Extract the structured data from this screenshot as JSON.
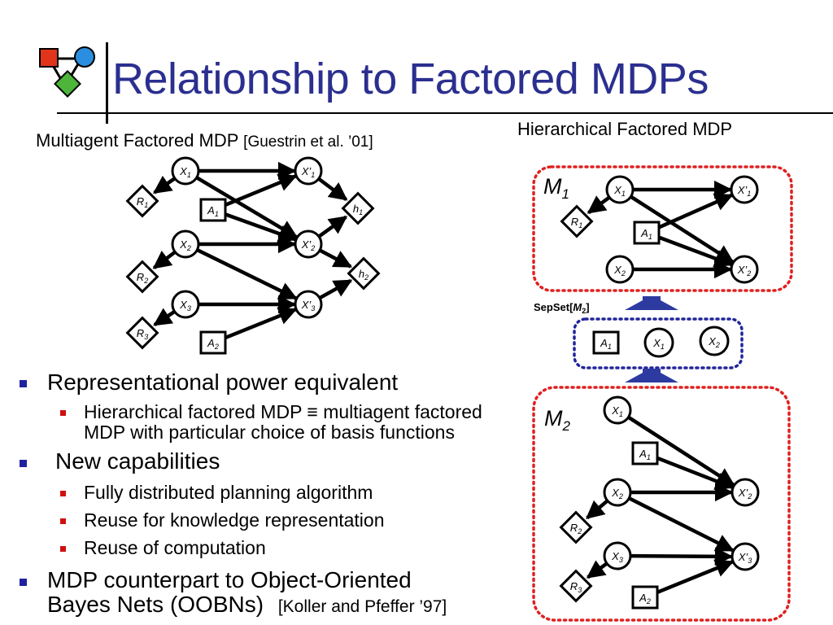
{
  "title": "Relationship to Factored MDPs",
  "left_caption": {
    "text": "Multiagent Factored MDP",
    "cite": "[Guestrin et al. ’01]"
  },
  "right_caption": "Hierarchical Factored MDP",
  "sepset_label": {
    "prefix": "SepSet[",
    "var": "M",
    "sub": "2",
    "suffix": "]"
  },
  "module_labels": [
    {
      "var": "M",
      "sub": "1"
    },
    {
      "var": "M",
      "sub": "2"
    }
  ],
  "left_graph": {
    "state_nodes": [
      {
        "var": "X",
        "sub": "1",
        "prime": ""
      },
      {
        "var": "X",
        "sub": "2",
        "prime": ""
      },
      {
        "var": "X",
        "sub": "3",
        "prime": ""
      },
      {
        "var": "X",
        "sub": "1",
        "prime": "’"
      },
      {
        "var": "X",
        "sub": "2",
        "prime": "’"
      },
      {
        "var": "X",
        "sub": "3",
        "prime": "’"
      }
    ],
    "reward_nodes": [
      {
        "var": "R",
        "sub": "1"
      },
      {
        "var": "R",
        "sub": "2"
      },
      {
        "var": "R",
        "sub": "3"
      }
    ],
    "basis_nodes": [
      {
        "var": "h",
        "sub": "1"
      },
      {
        "var": "h",
        "sub": "2"
      }
    ],
    "action_nodes": [
      {
        "var": "A",
        "sub": "1"
      },
      {
        "var": "A",
        "sub": "2"
      }
    ]
  },
  "m1_graph": {
    "state_nodes": [
      {
        "var": "X",
        "sub": "1",
        "prime": ""
      },
      {
        "var": "X",
        "sub": "2",
        "prime": ""
      },
      {
        "var": "X",
        "sub": "1",
        "prime": "’"
      },
      {
        "var": "X",
        "sub": "2",
        "prime": "’"
      }
    ],
    "reward_nodes": [
      {
        "var": "R",
        "sub": "1"
      }
    ],
    "action_nodes": [
      {
        "var": "A",
        "sub": "1"
      }
    ]
  },
  "sepset_graph": {
    "action_nodes": [
      {
        "var": "A",
        "sub": "1"
      }
    ],
    "state_nodes": [
      {
        "var": "X",
        "sub": "1",
        "prime": ""
      },
      {
        "var": "X",
        "sub": "2",
        "prime": ""
      }
    ]
  },
  "m2_graph": {
    "state_nodes": [
      {
        "var": "X",
        "sub": "1",
        "prime": ""
      },
      {
        "var": "X",
        "sub": "2",
        "prime": ""
      },
      {
        "var": "X",
        "sub": "3",
        "prime": ""
      },
      {
        "var": "X",
        "sub": "2",
        "prime": "’"
      },
      {
        "var": "X",
        "sub": "3",
        "prime": "’"
      }
    ],
    "reward_nodes": [
      {
        "var": "R",
        "sub": "2"
      },
      {
        "var": "R",
        "sub": "3"
      }
    ],
    "action_nodes": [
      {
        "var": "A",
        "sub": "1"
      },
      {
        "var": "A",
        "sub": "2"
      }
    ]
  },
  "bullets": [
    {
      "text": "Representational power equivalent",
      "children": [
        "Hierarchical factored MDP ≡ multiagent factored",
        "MDP with particular choice of basis functions"
      ]
    },
    {
      "text": "New capabilities",
      "children": [
        "Fully distributed planning algorithm",
        "Reuse for knowledge representation",
        "Reuse of computation"
      ]
    },
    {
      "text": "MDP counterpart to Object-Oriented",
      "text2": "Bayes Nets (OOBNs)",
      "cite": "[Koller and Pfeffer ’97]"
    }
  ],
  "colors": {
    "title": "#2b2f8f",
    "bullet_l1": "#1e22a0",
    "bullet_l2": "#d01010",
    "module_border": "#e02020",
    "sepset_border": "#22259a",
    "up_arrow": "#2d3aa0"
  },
  "logo_icons": [
    "red-square-icon",
    "blue-circle-icon",
    "green-diamond-icon"
  ]
}
